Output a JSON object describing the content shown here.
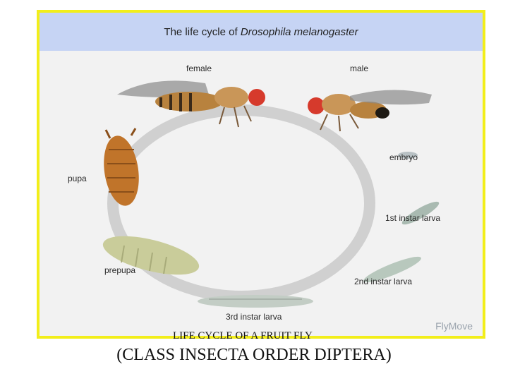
{
  "diagram": {
    "title_prefix": "The life cycle of ",
    "title_species": "Drosophila melanogaster",
    "stages": {
      "female": "female",
      "male": "male",
      "embryo": "embryo",
      "larva1": "1st instar larva",
      "larva2": "2nd instar larva",
      "larva3": "3rd instar larva",
      "prepupa": "prepupa",
      "pupa": "pupa"
    },
    "brand": "FlyMove"
  },
  "captions": {
    "line1": "LIFE CYCLE OF A FRUIT FLY",
    "line2": "(CLASS INSECTA ORDER DIPTERA)"
  },
  "colors": {
    "frame_border": "#f2ee1a",
    "title_band": "#c6d4f4",
    "cycle_ring": "#cfcfcf"
  }
}
